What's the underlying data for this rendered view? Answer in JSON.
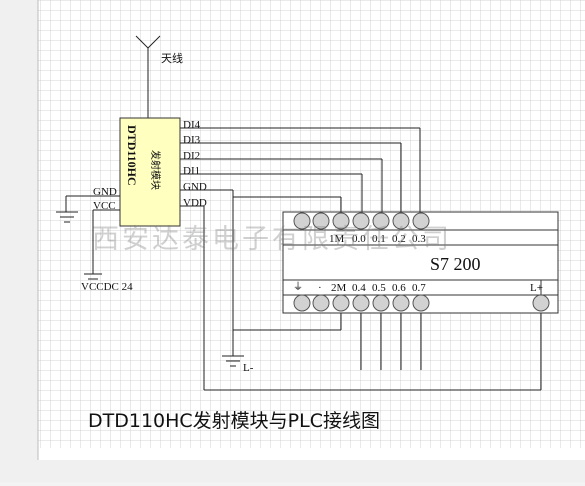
{
  "antenna_label": "天线",
  "module": {
    "name": "DTD110HC",
    "subtitle": "发射模块",
    "pins_right": [
      "DI4",
      "DI3",
      "DI2",
      "DI1",
      "GND",
      "VDD"
    ],
    "pins_left": [
      "GND",
      "VCC"
    ]
  },
  "power_label": "VCCDC 24",
  "ground_label": "L-",
  "plc": {
    "name": "S7 200",
    "top_terminals": [
      "1M",
      "0.0",
      "0.1",
      "0.2",
      "0.3"
    ],
    "bottom_terminals": [
      "⏚",
      "·",
      "2M",
      "0.4",
      "0.5",
      "0.6",
      "0.7"
    ],
    "l_plus": "L+"
  },
  "watermark": "西安达泰电子有限责任公司",
  "caption": "DTD110HC发射模块与PLC接线图"
}
